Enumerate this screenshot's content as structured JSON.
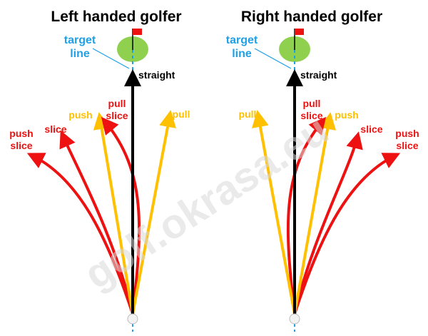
{
  "colors": {
    "slice": "#ee1111",
    "push_pull": "#ffc000",
    "straight": "#000000",
    "target": "#1fa0e8",
    "green": "#8fd14f",
    "flag": "#ee1111"
  },
  "panels": [
    {
      "title": "Left handed golfer",
      "target_label": [
        "target",
        "line"
      ],
      "labels": {
        "straight": "straight",
        "pull_slice": [
          "pull",
          "slice"
        ],
        "push": "push",
        "pull": "pull",
        "slice": "slice",
        "push_slice": [
          "push",
          "slice"
        ]
      }
    },
    {
      "title": "Right handed golfer",
      "target_label": [
        "target",
        "line"
      ],
      "labels": {
        "straight": "straight",
        "pull_slice": [
          "pull",
          "slice"
        ],
        "push": "push",
        "pull": "pull",
        "slice": "slice",
        "push_slice": [
          "push",
          "slice"
        ]
      }
    }
  ],
  "watermark": "golf.okrasa.eu"
}
